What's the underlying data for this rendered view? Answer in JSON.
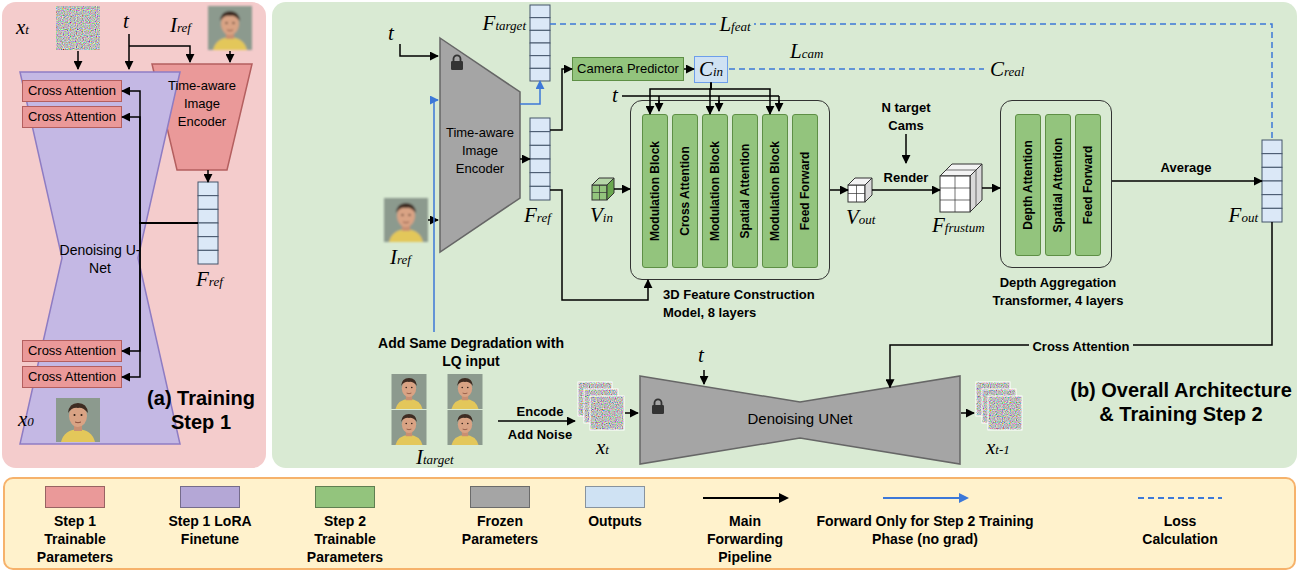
{
  "diagram": {
    "nodes": [
      {
        "text": [
          "(a) Training Step 1"
        ]
      },
      {
        "text": [
          "Time-aware Image Encoder"
        ],
        "in": 0
      },
      {
        "text": [
          "Denoising U-Net"
        ],
        "in": 0
      },
      {
        "text": [
          "Cross Attention"
        ],
        "in": 2
      },
      {
        "text": [
          "Cross Attention"
        ],
        "in": 2
      },
      {
        "text": [
          "Fref"
        ],
        "in": 0
      },
      {
        "text": [
          "Cross Attention"
        ],
        "in": 2
      },
      {
        "text": [
          "Cross Attention"
        ],
        "in": 2
      },
      {
        "text": [
          "(b) Overall Architecture & Training Step 2"
        ]
      },
      {
        "text": [
          "Ftarget"
        ],
        "in": 8
      },
      {
        "text": [
          "Time-aware Image Encoder"
        ],
        "in": 8
      },
      {
        "text": [
          "Fref"
        ],
        "in": 8
      },
      {
        "text": [
          "Camera Predictor"
        ],
        "in": 8
      },
      {
        "text": [
          "Cin"
        ],
        "in": 8
      },
      {
        "text": [
          "3D Feature Construction Model, 8 layers"
        ],
        "in": 8
      },
      {
        "text": [
          "Modulation Block"
        ],
        "in": 14
      },
      {
        "text": [
          "Cross Attention"
        ],
        "in": 14
      },
      {
        "text": [
          "Modulation Block"
        ],
        "in": 14
      },
      {
        "text": [
          "Spatial Attention"
        ],
        "in": 14
      },
      {
        "text": [
          "Modulation Block"
        ],
        "in": 14
      },
      {
        "text": [
          "Feed Forward"
        ],
        "in": 14
      },
      {
        "text": [
          "Vin"
        ],
        "in": 8
      },
      {
        "text": [
          "Vout"
        ],
        "in": 8
      },
      {
        "text": [
          "Ffrustum"
        ],
        "in": 8
      },
      {
        "text": [
          "Depth Aggregation Transformer, 4 layers"
        ],
        "in": 8
      },
      {
        "text": [
          "Depth Attention"
        ],
        "in": 24
      },
      {
        "text": [
          "Spatial Attention"
        ],
        "in": 24
      },
      {
        "text": [
          "Feed Forward"
        ],
        "in": 24
      },
      {
        "text": [
          "Fout"
        ],
        "in": 8
      },
      {
        "text": [
          "Denoising UNet"
        ],
        "in": 8
      }
    ],
    "edges": [
      {
        "from": 1,
        "to": 5,
        "arrow": "to"
      },
      {
        "from": 5,
        "to": 3,
        "arrow": "to"
      },
      {
        "from": 5,
        "to": 4,
        "arrow": "to"
      },
      {
        "from": 5,
        "to": 6,
        "arrow": "to"
      },
      {
        "from": 5,
        "to": 7,
        "arrow": "to"
      },
      {
        "from": 10,
        "to": 9,
        "arrow": "to"
      },
      {
        "from": 10,
        "to": 11,
        "arrow": "to"
      },
      {
        "from": 11,
        "to": 12,
        "arrow": "to"
      },
      {
        "from": 12,
        "to": 13,
        "arrow": "to"
      },
      {
        "from": 13,
        "to": 15,
        "arrow": "to"
      },
      {
        "from": 13,
        "to": 17,
        "arrow": "to"
      },
      {
        "from": 13,
        "to": 19,
        "arrow": "to"
      },
      {
        "from": 11,
        "to": 14,
        "arrow": "to"
      },
      {
        "from": 21,
        "to": 14,
        "arrow": "to"
      },
      {
        "from": 14,
        "to": 22,
        "arrow": "to"
      },
      {
        "from": 22,
        "to": 23,
        "label": "Render",
        "arrow": "to"
      },
      {
        "from": 23,
        "to": 24,
        "arrow": "to"
      },
      {
        "from": 24,
        "to": 28,
        "label": "Average",
        "arrow": "to"
      },
      {
        "from": 28,
        "to": 29,
        "label": "Cross Attention",
        "arrow": "to"
      },
      {
        "from": 9,
        "to": 28,
        "label": "Lfeat",
        "arrow": "none"
      }
    ],
    "labels": [
      "xt",
      "t",
      "Iref",
      "x0",
      "t",
      "Iref",
      "t",
      "Lcam",
      "Creal",
      "N target Cams",
      "Add Same Degradation with LQ input",
      "Encode",
      "Add Noise",
      "Itarget",
      "xt",
      "t",
      "xt-1"
    ],
    "legend": [
      {
        "text": "Step 1 Trainable Parameters",
        "color": "#ea9999"
      },
      {
        "text": "Step 1 LoRA Finetune",
        "color": "#b4a7d6"
      },
      {
        "text": "Step 2 Trainable Parameters",
        "color": "#93c47d"
      },
      {
        "text": "Frozen Parameters",
        "color": "#a5a5a5"
      },
      {
        "text": "Outputs",
        "color": "#cfe2f3"
      },
      {
        "text": "Main Forwarding Pipeline"
      },
      {
        "text": "Forward Only for Step 2 Training Phase (no grad)"
      },
      {
        "text": "Loss Calculation"
      }
    ]
  }
}
